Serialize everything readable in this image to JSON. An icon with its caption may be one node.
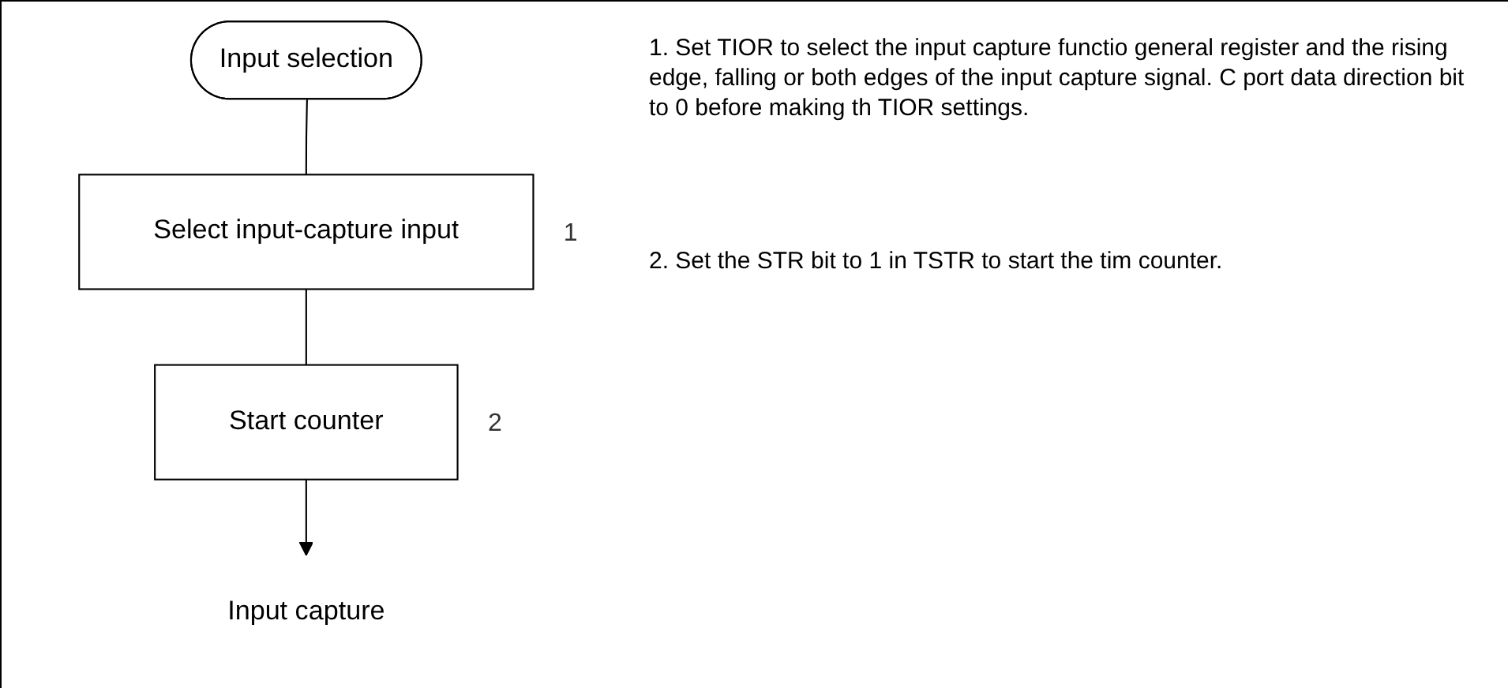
{
  "diagram": {
    "nodes": [
      {
        "text": [
          "Input selection"
        ]
      },
      {
        "text": [
          "Select input-capture input"
        ],
        "beside": [
          "1"
        ]
      },
      {
        "text": [
          "Start counter"
        ],
        "beside": [
          "2"
        ]
      },
      {
        "text": [
          "Input capture"
        ]
      }
    ],
    "edges": [
      {
        "from": 0,
        "to": 1,
        "arrow": "none"
      },
      {
        "from": 1,
        "to": 2,
        "arrow": "none"
      },
      {
        "from": 2,
        "to": 3,
        "arrow": "to"
      }
    ],
    "labels": [
      "1. Set TIOR to select the input capture functio general register and the rising edge, falling or both edges of the input capture signal. C port data direction bit to 0 before making th TIOR settings.",
      "2. Set the STR bit to 1 in TSTR to start the tim counter."
    ]
  }
}
